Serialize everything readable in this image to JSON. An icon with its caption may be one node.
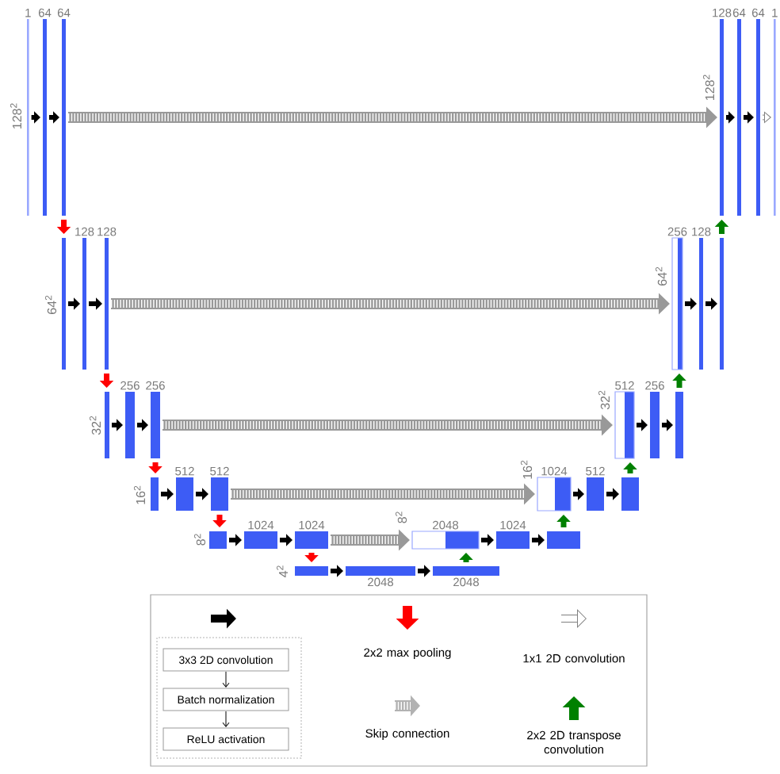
{
  "diagram": {
    "nodes": [
      {
        "text": [
          "1"
        ]
      },
      {
        "text": [
          "64"
        ]
      },
      {
        "text": [
          "64"
        ]
      },
      {
        "text": [],
        "shape": "bar"
      },
      {
        "text": [
          "128"
        ]
      },
      {
        "text": [
          "128"
        ]
      },
      {
        "text": [],
        "shape": "bar"
      },
      {
        "text": [
          "256"
        ]
      },
      {
        "text": [
          "256"
        ]
      },
      {
        "text": [],
        "shape": "bar"
      },
      {
        "text": [
          "512"
        ]
      },
      {
        "text": [
          "512"
        ]
      },
      {
        "text": [],
        "shape": "bar"
      },
      {
        "text": [
          "1024"
        ]
      },
      {
        "text": [
          "1024"
        ]
      },
      {
        "text": [],
        "shape": "bar"
      },
      {
        "text": [
          "2048"
        ]
      },
      {
        "text": [
          "2048"
        ]
      },
      {
        "text": [
          "2048"
        ]
      },
      {
        "text": [
          "1024"
        ]
      },
      {
        "text": [],
        "shape": "bar"
      },
      {
        "text": [
          "1024"
        ]
      },
      {
        "text": [
          "512"
        ]
      },
      {
        "text": [],
        "shape": "bar"
      },
      {
        "text": [
          "512"
        ]
      },
      {
        "text": [
          "256"
        ]
      },
      {
        "text": [],
        "shape": "bar"
      },
      {
        "text": [
          "256"
        ]
      },
      {
        "text": [
          "128"
        ]
      },
      {
        "text": [],
        "shape": "bar"
      },
      {
        "text": [
          "128"
        ]
      },
      {
        "text": [
          "64"
        ]
      },
      {
        "text": [
          "64"
        ]
      },
      {
        "text": [
          "1"
        ]
      },
      {
        "text": [],
        "shape": "box"
      },
      {
        "text": [
          "3x3 2D convolution"
        ],
        "in": 34
      },
      {
        "text": [
          "Batch normalization"
        ],
        "in": 34
      },
      {
        "text": [
          "ReLU activation"
        ],
        "in": 34
      }
    ],
    "edges": [
      {
        "from": 0,
        "to": 1,
        "arrow": "to"
      },
      {
        "from": 1,
        "to": 2,
        "arrow": "to"
      },
      {
        "from": 3,
        "to": 4,
        "arrow": "to"
      },
      {
        "from": 4,
        "to": 5,
        "arrow": "to"
      },
      {
        "from": 6,
        "to": 7,
        "arrow": "to"
      },
      {
        "from": 7,
        "to": 8,
        "arrow": "to"
      },
      {
        "from": 9,
        "to": 10,
        "arrow": "to"
      },
      {
        "from": 10,
        "to": 11,
        "arrow": "to"
      },
      {
        "from": 12,
        "to": 13,
        "arrow": "to"
      },
      {
        "from": 13,
        "to": 14,
        "arrow": "to"
      },
      {
        "from": 15,
        "to": 16,
        "arrow": "to"
      },
      {
        "from": 16,
        "to": 17,
        "arrow": "to"
      },
      {
        "from": 18,
        "to": 19,
        "arrow": "to"
      },
      {
        "from": 19,
        "to": 20,
        "arrow": "to"
      },
      {
        "from": 21,
        "to": 22,
        "arrow": "to"
      },
      {
        "from": 22,
        "to": 23,
        "arrow": "to"
      },
      {
        "from": 24,
        "to": 25,
        "arrow": "to"
      },
      {
        "from": 25,
        "to": 26,
        "arrow": "to"
      },
      {
        "from": 27,
        "to": 28,
        "arrow": "to"
      },
      {
        "from": 28,
        "to": 29,
        "arrow": "to"
      },
      {
        "from": 30,
        "to": 31,
        "arrow": "to"
      },
      {
        "from": 31,
        "to": 32,
        "arrow": "to"
      },
      {
        "from": 32,
        "to": 33,
        "arrow": "to",
        "color": "#808080"
      },
      {
        "from": 2,
        "to": 3,
        "arrow": "to",
        "color": "#ff0000"
      },
      {
        "from": 5,
        "to": 6,
        "arrow": "to",
        "color": "#ff0000"
      },
      {
        "from": 8,
        "to": 9,
        "arrow": "to",
        "color": "#ff0000"
      },
      {
        "from": 11,
        "to": 12,
        "arrow": "to",
        "color": "#ff0000"
      },
      {
        "from": 14,
        "to": 15,
        "arrow": "to",
        "color": "#ff0000"
      },
      {
        "from": 17,
        "to": 18,
        "arrow": "to",
        "color": "#008000"
      },
      {
        "from": 20,
        "to": 21,
        "arrow": "to",
        "color": "#008000"
      },
      {
        "from": 23,
        "to": 24,
        "arrow": "to",
        "color": "#008000"
      },
      {
        "from": 26,
        "to": 27,
        "arrow": "to",
        "color": "#008000"
      },
      {
        "from": 29,
        "to": 30,
        "arrow": "to",
        "color": "#008000"
      },
      {
        "from": 2,
        "to": 30,
        "arrow": "to",
        "style": "thick",
        "color": "#999999"
      },
      {
        "from": 5,
        "to": 27,
        "arrow": "to",
        "style": "thick",
        "color": "#999999"
      },
      {
        "from": 8,
        "to": 24,
        "arrow": "to",
        "style": "thick",
        "color": "#999999"
      },
      {
        "from": 11,
        "to": 21,
        "arrow": "to",
        "style": "thick",
        "color": "#999999"
      },
      {
        "from": 14,
        "to": 18,
        "arrow": "to",
        "style": "thick",
        "color": "#999999"
      },
      {
        "from": 35,
        "to": 36,
        "arrow": "to"
      },
      {
        "from": 36,
        "to": 37,
        "arrow": "to"
      }
    ],
    "labels": [
      "128$^{2}$",
      "128$^{2}$",
      "64$^{2}$",
      "64$^{2}$",
      "32$^{2}$",
      "32$^{2}$",
      "16$^{2}$",
      "16$^{2}$",
      "8$^{2}$",
      "8$^{2}$",
      "4$^{2}$"
    ],
    "legend": [
      {
        "text": "2x2 max pooling"
      },
      {
        "text": "1x1 2D convolution"
      },
      {
        "text": "Skip connection"
      },
      {
        "text": "2x2 2D transpose convolution"
      }
    ]
  }
}
